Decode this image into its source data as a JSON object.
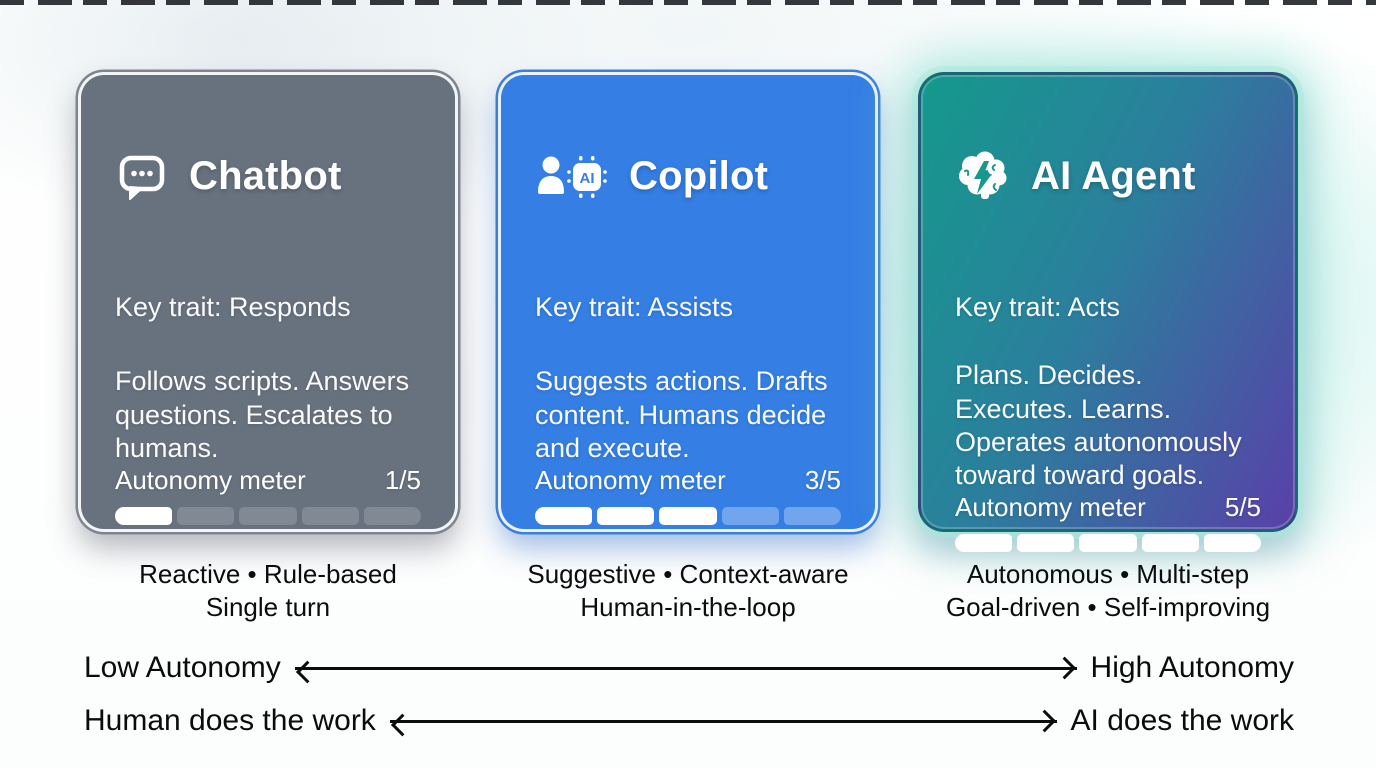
{
  "page": {
    "top_strip_color": "#23262b",
    "background_glow_color": "#a5e9dc"
  },
  "cards": [
    {
      "id": "chatbot",
      "icon": "chat-bubble-icon",
      "title": "Chatbot",
      "key_trait": "Key trait: Responds",
      "description": "Follows scripts. Answers questions. Escalates to humans.",
      "meter_label": "Autonomy meter",
      "meter_value_text": "1/5",
      "meter": {
        "filled": 1,
        "total": 5
      },
      "caption_line1": "Reactive • Rule-based",
      "caption_line2": "Single turn",
      "colors": {
        "card": "#68727F",
        "ring": "#7D8591",
        "meter_filled": "#FFFFFF",
        "meter_unfilled": "#7B8592"
      }
    },
    {
      "id": "copilot",
      "icon": "person-ai-chip-icon",
      "title": "Copilot",
      "key_trait": "Key trait: Assists",
      "description": "Suggests actions. Drafts content. Humans decide and execute.",
      "meter_label": "Autonomy meter",
      "meter_value_text": "3/5",
      "meter": {
        "filled": 3,
        "total": 5
      },
      "caption_line1": "Suggestive • Context-aware",
      "caption_line2": "Human-in-the-loop",
      "colors": {
        "card": "#347EE4",
        "ring": "#3D7FD8",
        "meter_filled": "#FFFFFF",
        "meter_unfilled": "#6FA3EE"
      }
    },
    {
      "id": "ai-agent",
      "icon": "brain-bolt-icon",
      "title": "AI Agent",
      "key_trait": "Key trait: Acts",
      "description": "Plans. Decides. Executes. Learns. Operates autonomously toward toward goals.",
      "meter_label": "Autonomy meter",
      "meter_value_text": "5/5",
      "meter": {
        "filled": 5,
        "total": 5
      },
      "caption_line1": "Autonomous • Multi-step",
      "caption_line2": "Goal-driven • Self-improving",
      "colors": {
        "gradient_start": "#14998C",
        "gradient_end": "#5940A8",
        "ring": "#0C5258",
        "glow": "#AAE9DD",
        "meter_filled": "#FFFFFF"
      }
    }
  ],
  "axis_rows": [
    {
      "left_label": "Low Autonomy",
      "right_label": "High Autonomy"
    },
    {
      "left_label": "Human does the work",
      "right_label": "AI does the work"
    }
  ]
}
